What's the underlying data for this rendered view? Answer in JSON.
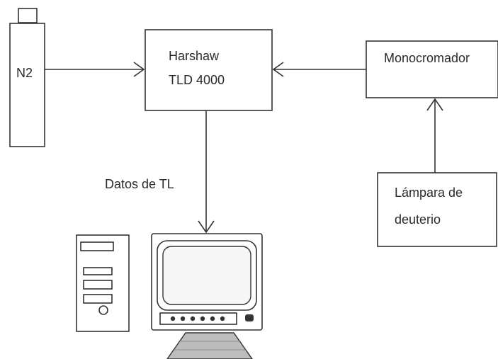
{
  "nodes": {
    "n2": {
      "label": "N2"
    },
    "tld": {
      "line1": "Harshaw",
      "line2": "TLD 4000"
    },
    "mono": {
      "label": "Monocromador"
    },
    "lamp": {
      "line1": "Lámpara de",
      "line2": "deuterio"
    }
  },
  "edges": {
    "datos": {
      "label": "Datos de TL"
    }
  },
  "colors": {
    "ink": "#333333",
    "screen": "#f7f7f7",
    "keyboard": "#bdbdbd"
  }
}
